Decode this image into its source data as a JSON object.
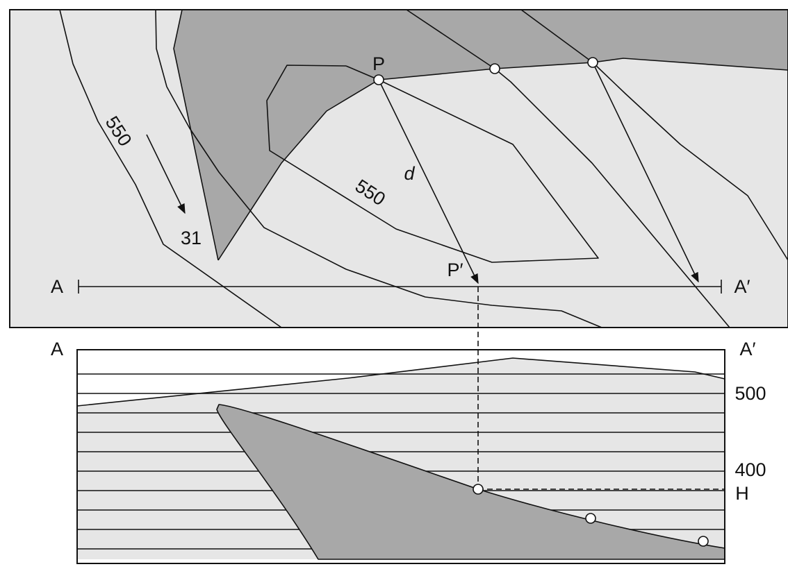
{
  "map": {
    "point_p_label": "P",
    "point_p_prime_label": "P′",
    "distance_label": "d",
    "contour_label_left": "550",
    "contour_label_center": "550",
    "dip_value_label": "31",
    "section_start_label": "A",
    "section_end_label": "A′"
  },
  "profile": {
    "start_label": "A",
    "end_label": "A′",
    "elevation_500_label": "500",
    "elevation_400_label": "400",
    "height_label": "H"
  },
  "colors": {
    "background_light": "#e6e6e6",
    "layer_dark": "#a8a8a8",
    "line": "#111111"
  }
}
